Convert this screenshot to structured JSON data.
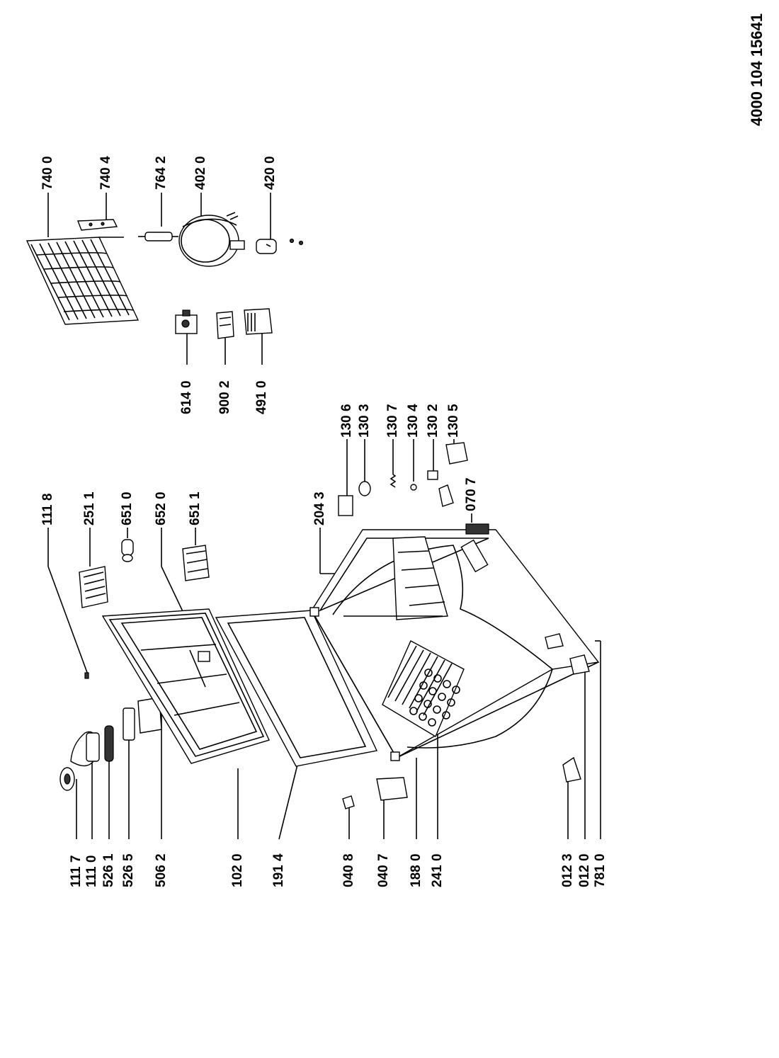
{
  "document_number": "4000 104 15641",
  "parts": [
    {
      "code": "111 7"
    },
    {
      "code": "111 0"
    },
    {
      "code": "526 1"
    },
    {
      "code": "526 5"
    },
    {
      "code": "506 2"
    },
    {
      "code": "102 0"
    },
    {
      "code": "191 4"
    },
    {
      "code": "040 8"
    },
    {
      "code": "040 7"
    },
    {
      "code": "188 0"
    },
    {
      "code": "241 0"
    },
    {
      "code": "012 3"
    },
    {
      "code": "012 0"
    },
    {
      "code": "781 0"
    },
    {
      "code": "111 8"
    },
    {
      "code": "251 1"
    },
    {
      "code": "651 0"
    },
    {
      "code": "652 0"
    },
    {
      "code": "651 1"
    },
    {
      "code": "204 3"
    },
    {
      "code": "130 6"
    },
    {
      "code": "130 3"
    },
    {
      "code": "130 7"
    },
    {
      "code": "130 4"
    },
    {
      "code": "130 2"
    },
    {
      "code": "130 5"
    },
    {
      "code": "070 7"
    },
    {
      "code": "614 0"
    },
    {
      "code": "900 2"
    },
    {
      "code": "491 0"
    },
    {
      "code": "740 0"
    },
    {
      "code": "740 4"
    },
    {
      "code": "764 2"
    },
    {
      "code": "402 0"
    },
    {
      "code": "420 0"
    }
  ]
}
